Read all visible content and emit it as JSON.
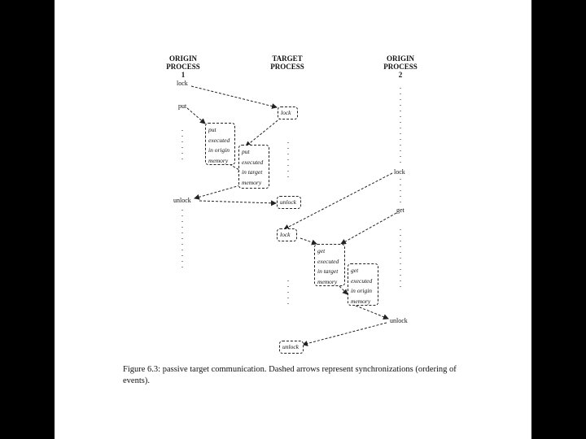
{
  "headers": {
    "origin1": [
      "ORIGIN",
      "PROCESS",
      "1"
    ],
    "target": [
      "TARGET",
      "PROCESS"
    ],
    "origin2": [
      "ORIGIN",
      "PROCESS",
      "2"
    ]
  },
  "origin1_events": {
    "lock": "lock",
    "put": "put",
    "unlock": "unlock"
  },
  "origin2_events": {
    "lock": "lock",
    "get": "get",
    "unlock": "unlock"
  },
  "target_events": {
    "lock1": "lock",
    "unlock1": "unlock",
    "lock2": "lock",
    "unlock2": "unlock"
  },
  "boxes": {
    "put_origin": [
      "put",
      "executed",
      "in origin",
      "memory"
    ],
    "put_target": [
      "put",
      "executed",
      "in target",
      "memory"
    ],
    "get_target": [
      "get",
      "executed",
      "in target",
      "memory"
    ],
    "get_origin": [
      "get",
      "executed",
      "in origin",
      "memory"
    ]
  },
  "caption": "Figure 6.3: passive target communication. Dashed arrows represent synchronizations (ordering of events)."
}
